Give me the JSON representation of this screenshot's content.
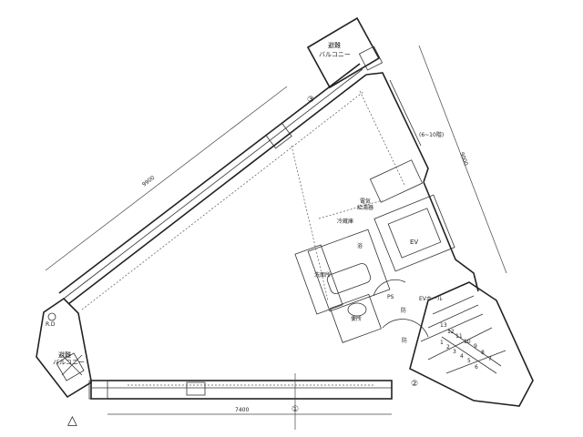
{
  "labels": {
    "balcony_top": [
      "避難",
      "バルコニー"
    ],
    "balcony_left": [
      "避難",
      "バルコニー"
    ],
    "rd": "R.D",
    "floors_note": "(6~10階)",
    "water_heater": [
      "電気",
      "給湯器"
    ],
    "fridge": "冷蔵庫",
    "bath": "浴",
    "washroom": "洗面所",
    "ev": "EV",
    "ps": "PS",
    "ev_hall": "EVホール",
    "toilet": "便所",
    "fire_door_1": "防",
    "fire_door_2": "防"
  },
  "dimensions": {
    "diagonal": "9900",
    "right": "9000",
    "bottom": "7400"
  },
  "axis_markers": [
    "①",
    "②",
    "③"
  ],
  "north_mark": "△",
  "stair_steps": [
    "1",
    "2",
    "3",
    "4",
    "5",
    "6",
    "7",
    "8",
    "9",
    "10",
    "11",
    "12",
    "13"
  ]
}
